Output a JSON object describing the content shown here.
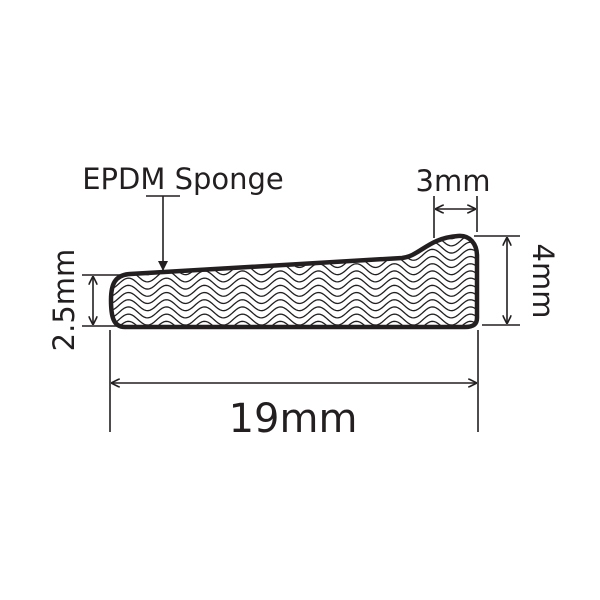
{
  "diagram": {
    "material_label": "EPDM Sponge",
    "dim_width": "19mm",
    "dim_left_height": "2.5mm",
    "dim_right_height": "4mm",
    "dim_lip_width": "3mm",
    "colors": {
      "ink": "#231f20",
      "background": "#ffffff"
    }
  }
}
